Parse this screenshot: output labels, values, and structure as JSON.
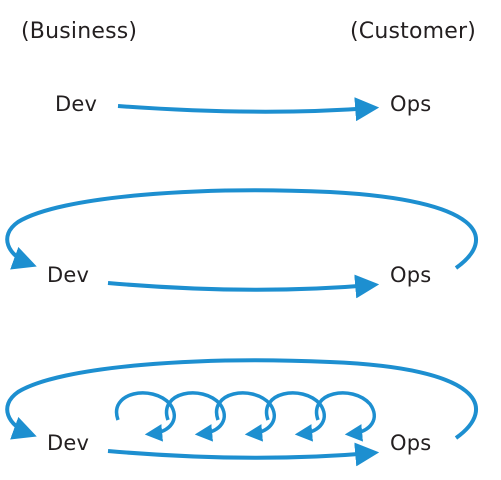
{
  "headers": {
    "left": "(Business)",
    "right": "(Customer)"
  },
  "panels": [
    {
      "left_label": "Dev",
      "right_label": "Ops"
    },
    {
      "left_label": "Dev",
      "right_label": "Ops"
    },
    {
      "left_label": "Dev",
      "right_label": "Ops"
    }
  ],
  "colors": {
    "arrow": "#1d8fd0",
    "text": "#231f20"
  },
  "inner_loop_count": 5
}
